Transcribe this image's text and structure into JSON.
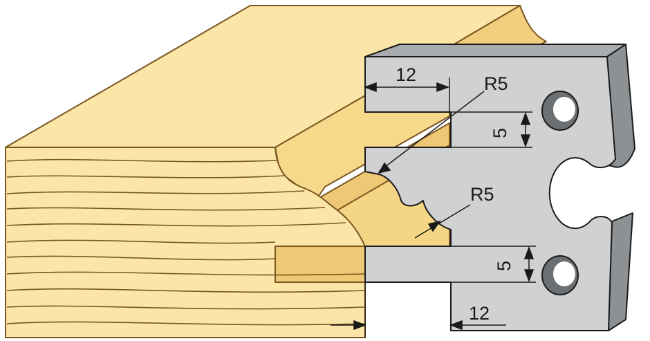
{
  "labels": {
    "top_width": "12",
    "top_radius": "R5",
    "upper_slot": "5",
    "lower_radius": "R5",
    "lower_slot": "5",
    "bottom_width": "12"
  },
  "colors": {
    "wood_light": "#fbe6a8",
    "wood_mid": "#f7d98c",
    "wood_dark": "#e8c170",
    "wood_outline": "#7a5520",
    "steel_face": "#cfd1d3",
    "steel_side": "#8e9194",
    "steel_dark": "#6d7073",
    "dimension_line": "#1a1a1a"
  }
}
